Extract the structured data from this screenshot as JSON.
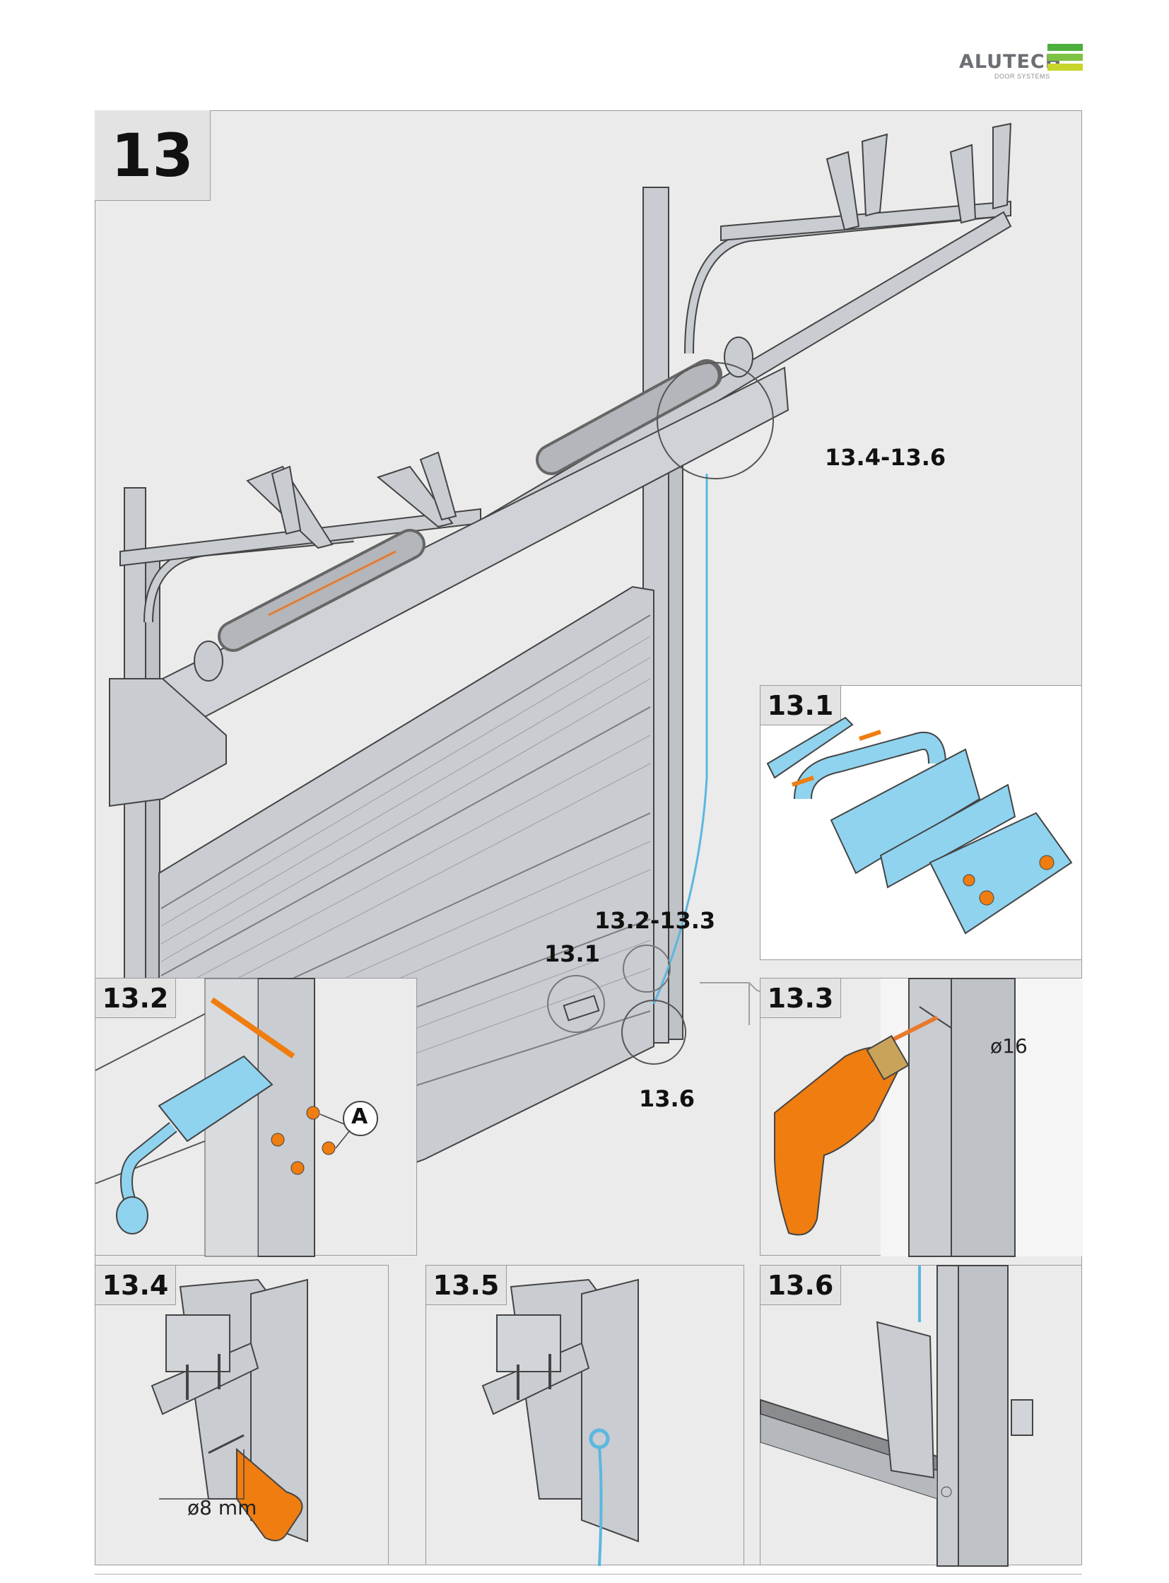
{
  "header": {
    "brand": "ALUTECH",
    "brand_sub": "DOOR SYSTEMS",
    "brand_colors": [
      "#7dc242",
      "#4cae3c",
      "#c8d52a"
    ]
  },
  "main": {
    "step_number": "13",
    "callouts": {
      "c_13_4_13_6": "13.4-13.6",
      "c_13_2_13_3": "13.2-13.3",
      "c_13_1": "13.1",
      "c_13_6": "13.6"
    }
  },
  "panels": {
    "p13_1": {
      "label": "13.1"
    },
    "p13_2": {
      "label": "13.2",
      "part_letter": "A"
    },
    "p13_3": {
      "label": "13.3",
      "drill_size": "ø16"
    },
    "p13_4": {
      "label": "13.4",
      "drill_size": "ø8 mm"
    },
    "p13_5": {
      "label": "13.5"
    },
    "p13_6": {
      "label": "13.6"
    }
  },
  "colors": {
    "frame_border": "#9a9a9a",
    "panel_bg": "#ebebeb",
    "steel": "#c9ccd1",
    "part_blue": "#8fd3ef",
    "drill_orange": "#ef7d10",
    "cable_blue": "#5bb7e0"
  }
}
